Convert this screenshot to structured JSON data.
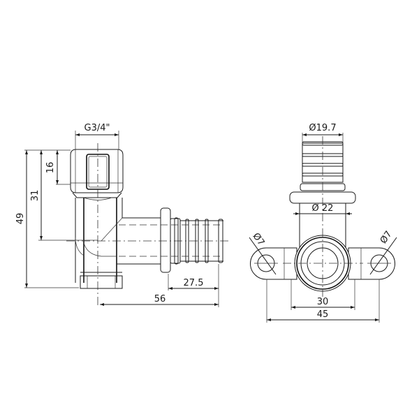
{
  "drawing": {
    "type": "technical-drawing",
    "subject": "elbow wall-plate fitting",
    "side_view": {
      "dimensions": {
        "thread": "G3/4\"",
        "height_top_to_center_small": "16",
        "height_top_to_axis": "31",
        "total_height": "49",
        "tail_length": "27.5",
        "total_length": "56"
      }
    },
    "front_view": {
      "dimensions": {
        "tail_diameter": "Ø19.7",
        "body_diameter": "Ø 22",
        "hole_left": "Ø7",
        "hole_right": "Ø7",
        "body_width": "30",
        "total_width": "45"
      }
    }
  }
}
